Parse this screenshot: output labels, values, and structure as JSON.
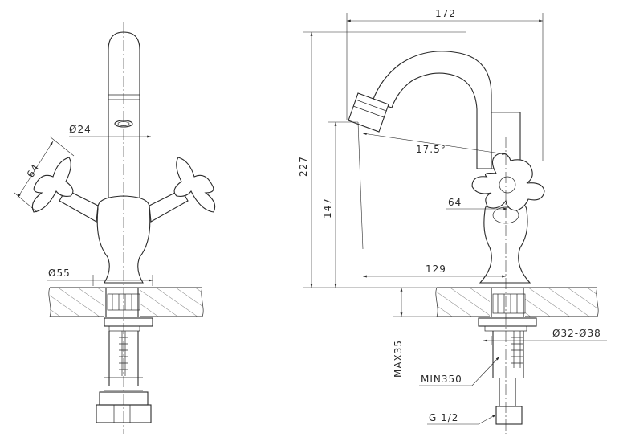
{
  "front_view": {
    "dim_spout_diameter": "Ø24",
    "dim_handle_length": "64",
    "dim_base_diameter": "Ø55"
  },
  "side_view": {
    "dim_reach": "172",
    "dim_total_height": "227",
    "dim_spout_height": "147",
    "dim_spout_angle": "17.5°",
    "dim_handle_width": "64",
    "dim_spout_projection": "129",
    "dim_hole_diameter": "Ø32-Ø38",
    "dim_max_thickness": "MAX35",
    "dim_hose_length": "MIN350",
    "dim_thread": "G 1/2"
  }
}
